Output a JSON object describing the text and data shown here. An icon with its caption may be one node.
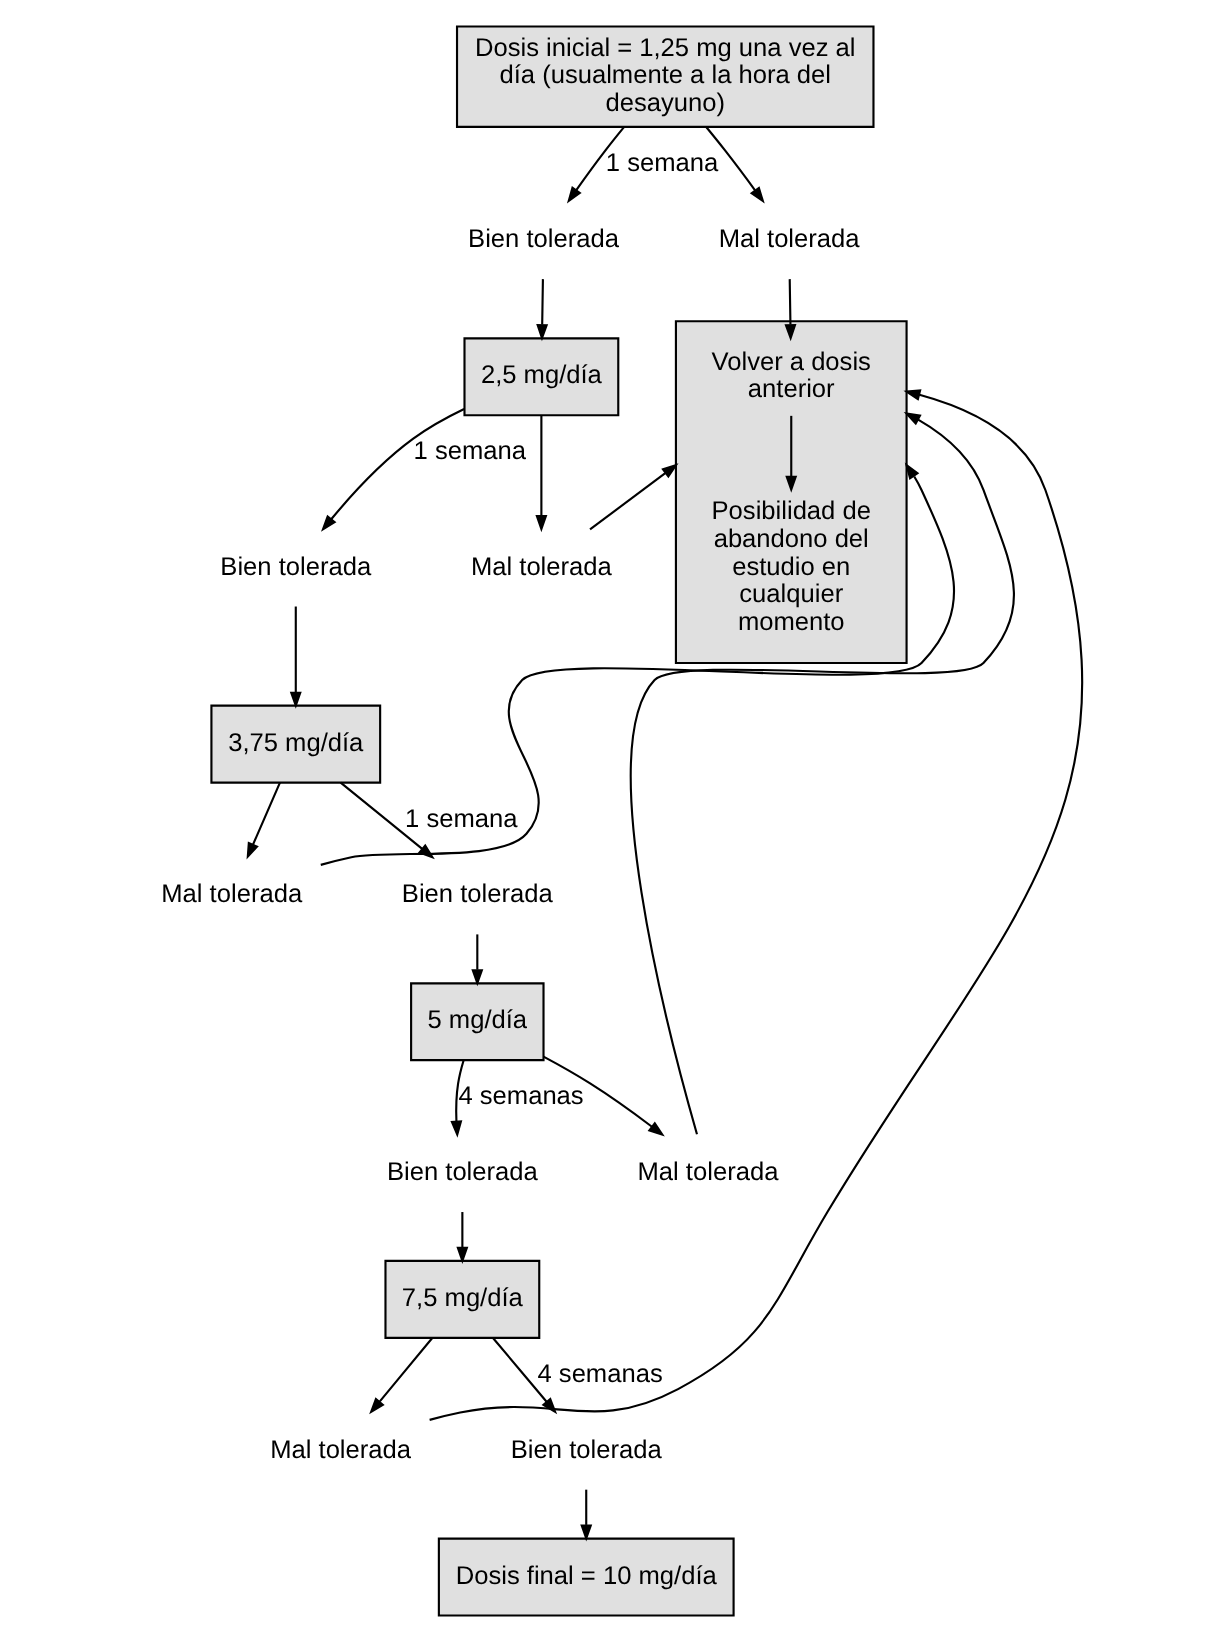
{
  "diagram": {
    "nodes": [
      {
        "text": [
          "Dosis inicial = 1,25 mg una vez al día (usualmente a la hora del desayuno)"
        ]
      },
      {
        "text": [
          "Bien tolerada"
        ]
      },
      {
        "text": [
          "Mal tolerada"
        ]
      },
      {
        "text": [],
        "shape": "box"
      },
      {
        "text": [
          "Volver a dosis anterior"
        ],
        "in": 3
      },
      {
        "text": [
          "Posibilidad de abandono del estudio en cualquier momento"
        ],
        "in": 3
      },
      {
        "text": [
          "2,5 mg/día"
        ]
      },
      {
        "text": [
          "Bien tolerada"
        ]
      },
      {
        "text": [
          "Mal tolerada"
        ]
      },
      {
        "text": [
          "3,75 mg/día"
        ]
      },
      {
        "text": [
          "Bien tolerada"
        ]
      },
      {
        "text": [
          "Mal tolerada"
        ]
      },
      {
        "text": [
          "5 mg/día"
        ]
      },
      {
        "text": [
          "Bien tolerada"
        ]
      },
      {
        "text": [
          "Mal tolerada"
        ]
      },
      {
        "text": [
          "7,5 mg/día"
        ]
      },
      {
        "text": [
          "Bien tolerada"
        ]
      },
      {
        "text": [
          "Mal tolerada"
        ]
      },
      {
        "text": [
          "Dosis final = 10 mg/día"
        ]
      }
    ],
    "edges": [
      {
        "from": 0,
        "to": 1,
        "arrow": "to",
        "label": "1 semana"
      },
      {
        "from": 0,
        "to": 2,
        "arrow": "to"
      },
      {
        "from": 2,
        "to": 4,
        "arrow": "to"
      },
      {
        "from": 4,
        "to": 5,
        "arrow": "to"
      },
      {
        "from": 1,
        "to": 6,
        "arrow": "to"
      },
      {
        "from": 6,
        "to": 7,
        "arrow": "to",
        "label": "1 semana"
      },
      {
        "from": 6,
        "to": 8,
        "arrow": "to"
      },
      {
        "from": 8,
        "to": 3,
        "arrow": "to"
      },
      {
        "from": 7,
        "to": 9,
        "arrow": "to"
      },
      {
        "from": 9,
        "to": 10,
        "arrow": "to",
        "label": "1 semana"
      },
      {
        "from": 9,
        "to": 11,
        "arrow": "to"
      },
      {
        "from": 11,
        "to": 3,
        "arrow": "to"
      },
      {
        "from": 10,
        "to": 12,
        "arrow": "to"
      },
      {
        "from": 12,
        "to": 13,
        "arrow": "to",
        "label": "4 semanas"
      },
      {
        "from": 12,
        "to": 14,
        "arrow": "to"
      },
      {
        "from": 14,
        "to": 3,
        "arrow": "to"
      },
      {
        "from": 13,
        "to": 15,
        "arrow": "to"
      },
      {
        "from": 15,
        "to": 16,
        "arrow": "to",
        "label": "4 semanas"
      },
      {
        "from": 15,
        "to": 17,
        "arrow": "to"
      },
      {
        "from": 17,
        "to": 3,
        "arrow": "to"
      },
      {
        "from": 16,
        "to": 18,
        "arrow": "to"
      }
    ]
  }
}
